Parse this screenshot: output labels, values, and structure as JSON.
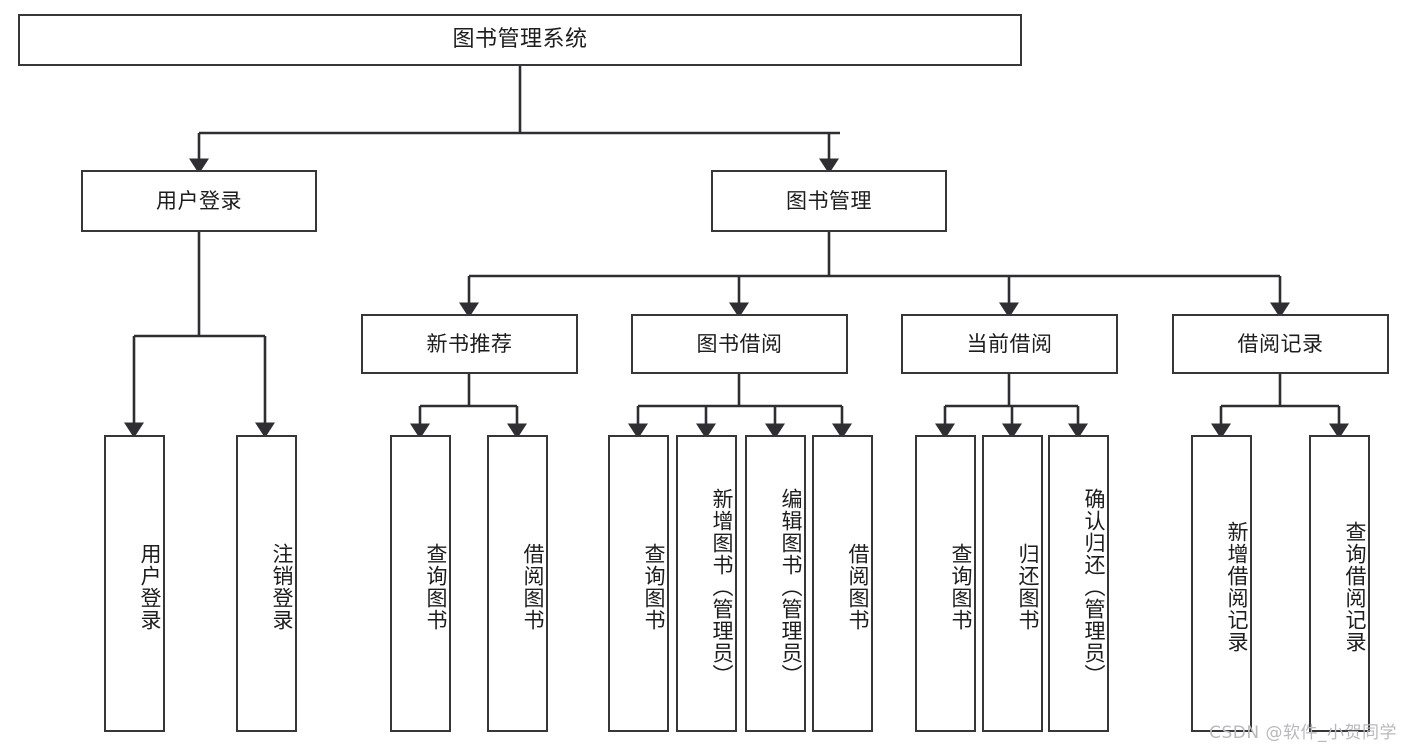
{
  "diagram": {
    "type": "tree",
    "title": "图书管理系统",
    "watermark": "CSDN @软件_小贺同学",
    "colors": {
      "box_border": "#37373a",
      "box_fill": "#ffffff",
      "connector": "#2f2f33",
      "text": "#1d1d1f",
      "watermark": "#b9b9bd",
      "background": "#ffffff"
    },
    "nodes": {
      "root": {
        "label": "图书管理系统"
      },
      "level2": [
        {
          "id": "user-login",
          "label": "用户登录"
        },
        {
          "id": "book-management",
          "label": "图书管理"
        }
      ],
      "level3": [
        {
          "id": "new-book-recommend",
          "label": "新书推荐"
        },
        {
          "id": "book-borrow",
          "label": "图书借阅"
        },
        {
          "id": "current-borrow",
          "label": "当前借阅"
        },
        {
          "id": "borrow-record",
          "label": "借阅记录"
        }
      ],
      "leaves": {
        "user_login": [
          {
            "id": "leaf-user-login",
            "label": "用户登录"
          },
          {
            "id": "leaf-logout-login",
            "label": "注销登录"
          }
        ],
        "new_book_recommend": [
          {
            "id": "leaf-query-book-1",
            "label": "查询图书"
          },
          {
            "id": "leaf-borrow-book-1",
            "label": "借阅图书"
          }
        ],
        "book_borrow": [
          {
            "id": "leaf-query-book-2",
            "label": "查询图书"
          },
          {
            "id": "leaf-add-book",
            "label": "新增图书（管理员）"
          },
          {
            "id": "leaf-edit-book",
            "label": "编辑图书（管理员）"
          },
          {
            "id": "leaf-borrow-book-2",
            "label": "借阅图书"
          }
        ],
        "current_borrow": [
          {
            "id": "leaf-query-book-3",
            "label": "查询图书"
          },
          {
            "id": "leaf-return-book",
            "label": "归还图书"
          },
          {
            "id": "leaf-confirm-return",
            "label": "确认归还（管理员）"
          }
        ],
        "borrow_record": [
          {
            "id": "leaf-add-record",
            "label": "新增借阅记录"
          },
          {
            "id": "leaf-query-record",
            "label": "查询借阅记录"
          }
        ]
      }
    },
    "edges": [
      {
        "from": "root",
        "to": "user-login"
      },
      {
        "from": "root",
        "to": "book-management"
      },
      {
        "from": "user-login",
        "to": "leaf-user-login"
      },
      {
        "from": "user-login",
        "to": "leaf-logout-login"
      },
      {
        "from": "book-management",
        "to": "new-book-recommend"
      },
      {
        "from": "book-management",
        "to": "book-borrow"
      },
      {
        "from": "book-management",
        "to": "current-borrow"
      },
      {
        "from": "book-management",
        "to": "borrow-record"
      },
      {
        "from": "new-book-recommend",
        "to": "leaf-query-book-1"
      },
      {
        "from": "new-book-recommend",
        "to": "leaf-borrow-book-1"
      },
      {
        "from": "book-borrow",
        "to": "leaf-query-book-2"
      },
      {
        "from": "book-borrow",
        "to": "leaf-add-book"
      },
      {
        "from": "book-borrow",
        "to": "leaf-edit-book"
      },
      {
        "from": "book-borrow",
        "to": "leaf-borrow-book-2"
      },
      {
        "from": "current-borrow",
        "to": "leaf-query-book-3"
      },
      {
        "from": "current-borrow",
        "to": "leaf-return-book"
      },
      {
        "from": "current-borrow",
        "to": "leaf-confirm-return"
      },
      {
        "from": "borrow-record",
        "to": "leaf-add-record"
      },
      {
        "from": "borrow-record",
        "to": "leaf-query-record"
      }
    ]
  }
}
